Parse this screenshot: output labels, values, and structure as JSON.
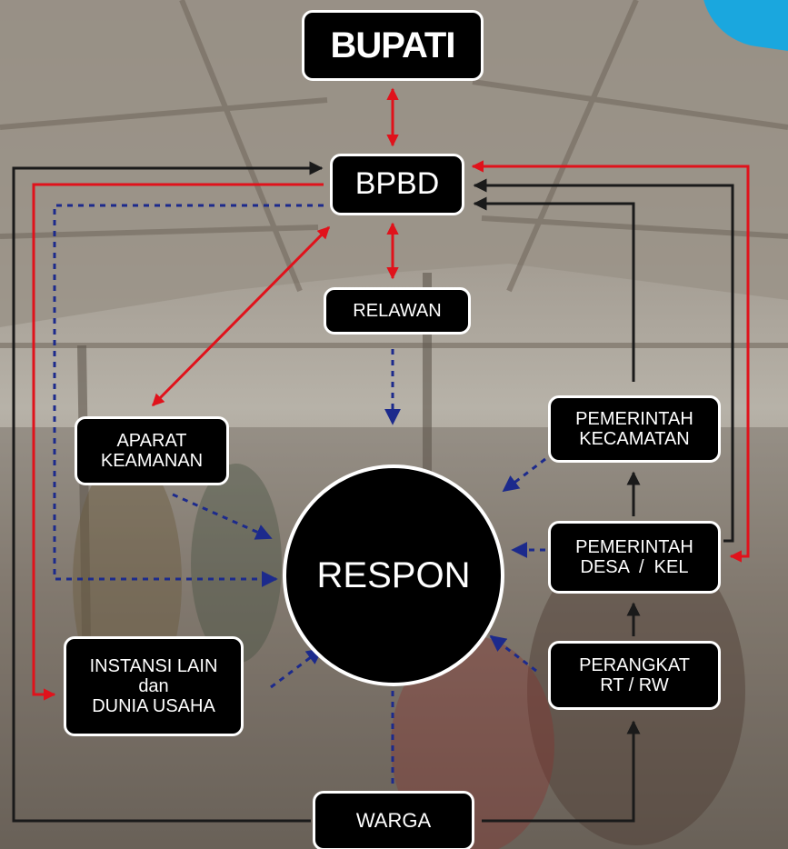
{
  "nodes": {
    "bupati": "BUPATI",
    "bpbd": "BPBD",
    "relawan": "RELAWAN",
    "respon": "RESPON",
    "aparat": [
      "APARAT",
      "KEAMANAN"
    ],
    "kecamatan": [
      "PEMERINTAH",
      "KECAMATAN"
    ],
    "desa": [
      "PEMERINTAH",
      "DESA  /  KEL"
    ],
    "perangkat": [
      "PERANGKAT",
      "RT / RW"
    ],
    "instansi": [
      "INSTANSI LAIN",
      "dan",
      "DUNIA USAHA"
    ],
    "warga": "WARGA"
  },
  "colors": {
    "command": "#e0121b",
    "report": "#1a1a1a",
    "coordination": "#1c2a8c",
    "node_fill": "#000000",
    "node_text": "#ffffff",
    "accent_corner": "#1aa7de"
  },
  "edges": [
    {
      "from": "bupati",
      "to": "bpbd",
      "style": "red-double"
    },
    {
      "from": "bpbd",
      "to": "relawan",
      "style": "red-double"
    },
    {
      "from": "bpbd",
      "to": "aparat",
      "style": "red-double"
    },
    {
      "from": "bpbd",
      "to": "instansi",
      "style": "red"
    },
    {
      "from": "bpbd",
      "to": "desa",
      "style": "red"
    },
    {
      "from": "warga",
      "to": "bpbd",
      "style": "black"
    },
    {
      "from": "kecamatan",
      "to": "bpbd",
      "style": "black"
    },
    {
      "from": "desa",
      "to": "bpbd",
      "style": "black"
    },
    {
      "from": "warga",
      "to": "perangkat",
      "style": "black"
    },
    {
      "from": "perangkat",
      "to": "desa",
      "style": "black"
    },
    {
      "from": "desa",
      "to": "kecamatan",
      "style": "black"
    },
    {
      "from": "relawan",
      "to": "respon",
      "style": "blue-dotted"
    },
    {
      "from": "aparat",
      "to": "respon",
      "style": "blue-dotted"
    },
    {
      "from": "bpbd",
      "to": "respon",
      "style": "blue-dotted"
    },
    {
      "from": "instansi",
      "to": "respon",
      "style": "blue-dotted"
    },
    {
      "from": "kecamatan",
      "to": "respon",
      "style": "blue-dotted"
    },
    {
      "from": "desa",
      "to": "respon",
      "style": "blue-dotted"
    },
    {
      "from": "perangkat",
      "to": "respon",
      "style": "blue-dotted"
    },
    {
      "from": "warga",
      "to": "respon",
      "style": "blue-dotted"
    }
  ]
}
